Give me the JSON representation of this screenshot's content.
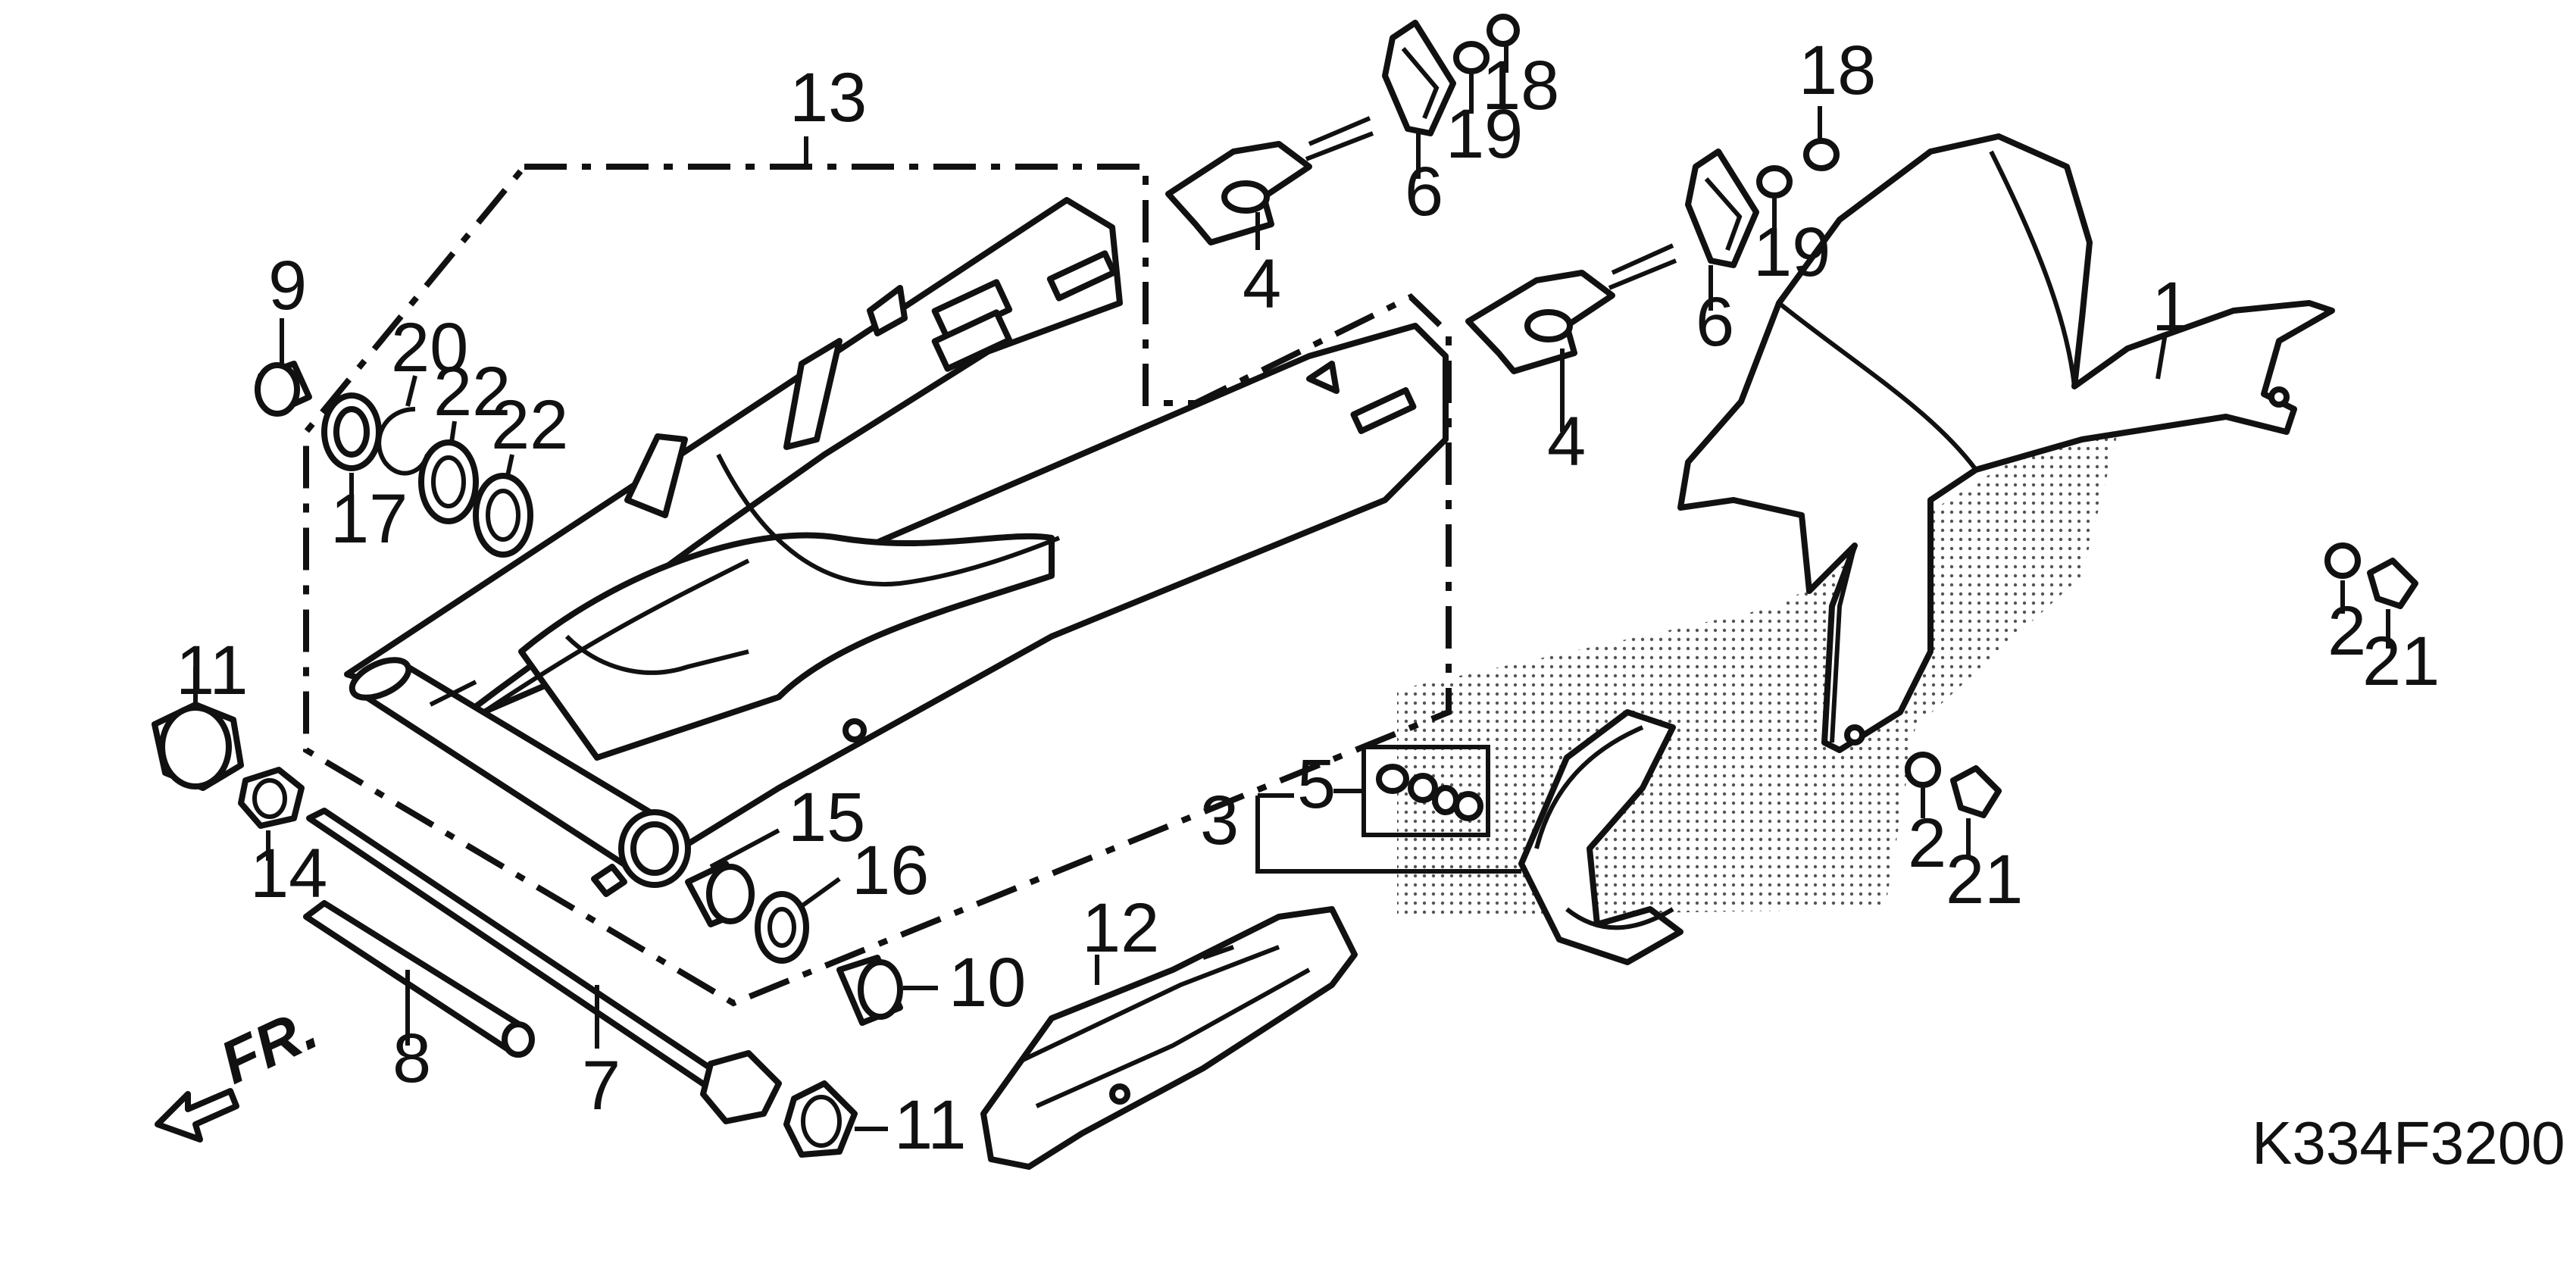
{
  "diagram_code": "K334F3200",
  "direction_label": "FR.",
  "callouts": {
    "c1": "1",
    "c2a": "2",
    "c2b": "2",
    "c3": "3",
    "c4a": "4",
    "c4b": "4",
    "c5": "5",
    "c6a": "6",
    "c6b": "6",
    "c7": "7",
    "c8": "8",
    "c9": "9",
    "c10": "10",
    "c11a": "11",
    "c11b": "11",
    "c12": "12",
    "c13": "13",
    "c14": "14",
    "c15": "15",
    "c16": "16",
    "c17": "17",
    "c18a": "18",
    "c18b": "18",
    "c19a": "19",
    "c19b": "19",
    "c20": "20",
    "c21a": "21",
    "c21b": "21",
    "c22a": "22",
    "c22b": "22"
  }
}
